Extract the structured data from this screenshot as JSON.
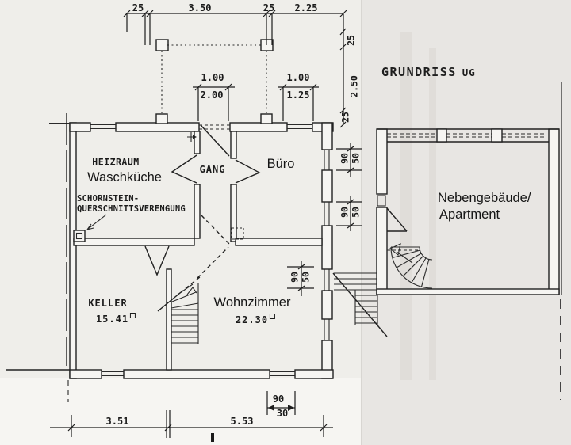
{
  "title": {
    "main": "GRUNDRISS",
    "suffix": "UG"
  },
  "rooms": {
    "heizraum_line1": "HEIZRAUM",
    "heizraum_line2": "Waschküche",
    "chimney_note_line1": "SCHORNSTEIN-",
    "chimney_note_line2": "QUERSCHNITTSVERENGUNG",
    "gang": "GANG",
    "buero": "Büro",
    "keller_name": "KELLER",
    "keller_area": "15.41",
    "wohnzimmer_name": "Wohnzimmer",
    "wohnzimmer_area": "22.30",
    "outbuilding_line1": "Nebengebäude/",
    "outbuilding_line2": "Apartment"
  },
  "dims": {
    "top": [
      "25",
      "3.50",
      "25",
      "2.25"
    ],
    "right_chain": [
      "25",
      "2.50",
      "25"
    ],
    "window_right_1": [
      "90",
      "50"
    ],
    "window_right_2": [
      "90",
      "50"
    ],
    "window_right_3": [
      "90",
      "50"
    ],
    "upper_left_pair": [
      "1.00",
      "2.00"
    ],
    "upper_right_pair": [
      "1.00",
      "1.25"
    ],
    "bottom_small": [
      "90",
      "30"
    ],
    "bottom_main": [
      "3.51",
      "5.53"
    ]
  },
  "colors": {
    "ink": "#222222",
    "paper": "#efeeea",
    "paper_right": "#e8e6e3"
  }
}
